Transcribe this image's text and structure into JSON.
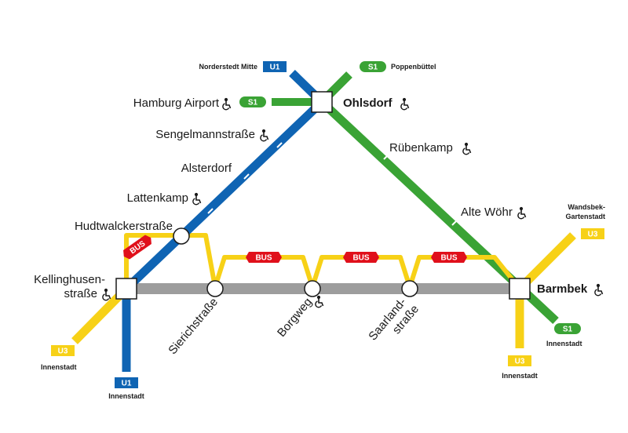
{
  "colors": {
    "u1": "#0f64b3",
    "u3": "#f7d117",
    "s1": "#3aa335",
    "gray": "#9d9d9d",
    "bus": "#e0101b",
    "text": "#1a1a1a"
  },
  "lines": {
    "u1": "U1",
    "u3": "U3",
    "s1": "S1",
    "bus": "BUS"
  },
  "accessible_icon": "wheelchair-icon",
  "stations": {
    "ohlsdorf": "Ohlsdorf",
    "barmbek": "Barmbek",
    "kellinghusen_1": "Kellinghusen-",
    "kellinghusen_2": "straße",
    "hamburg_airport": "Hamburg Airport",
    "sengelmannstrasse": "Sengelmannstraße",
    "alsterdorf": "Alsterdorf",
    "lattenkamp": "Lattenkamp",
    "hudtwalckerstrasse": "Hudtwalckerstraße",
    "ruebenkamp": "Rübenkamp",
    "alte_woehr": "Alte Wöhr",
    "sierichstrasse": "Sierichstraße",
    "borgweg": "Borgweg",
    "saarland_1": "Saarland-",
    "saarland_2": "straße"
  },
  "terminals": {
    "norderstedt_mitte": "Norderstedt Mitte",
    "poppenbuettel": "Poppenbüttel",
    "wandsbek_1": "Wandsbek-",
    "wandsbek_2": "Gartenstadt",
    "innenstadt": "Innenstadt"
  }
}
